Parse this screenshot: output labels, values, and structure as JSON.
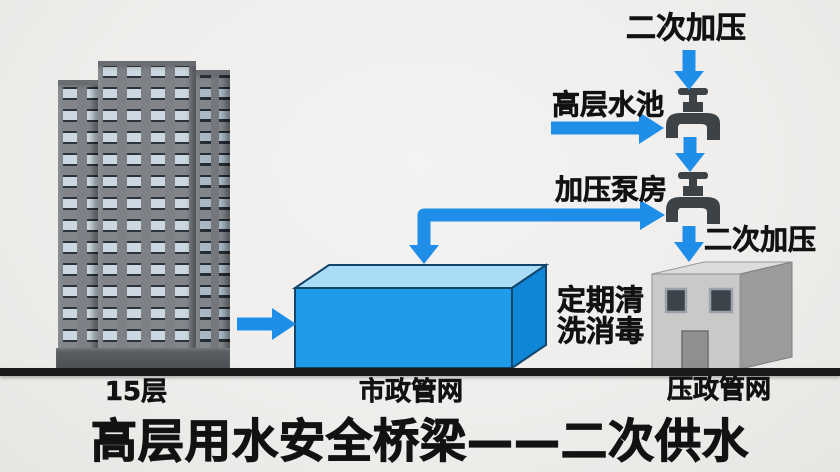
{
  "title": "高层用水安全桥梁——二次供水",
  "labels": {
    "top_pressure": "二次加压",
    "reservoir": "高层水池",
    "pump_room": "加压泵房",
    "secondary_pressure": "二次加压",
    "cleaning_line1": "定期清",
    "cleaning_line2": "洗消毒"
  },
  "ground_labels": {
    "building": "15层",
    "tank": "市政管网",
    "house": "压政管网"
  },
  "colors": {
    "arrow": "#1e8ee9",
    "tank_front": "#1f9ce9",
    "tank_top": "#aadcf6",
    "tank_side": "#0f86d6",
    "faucet": "#3d4246",
    "text": "#121212",
    "ground": "#1b1b1b"
  }
}
